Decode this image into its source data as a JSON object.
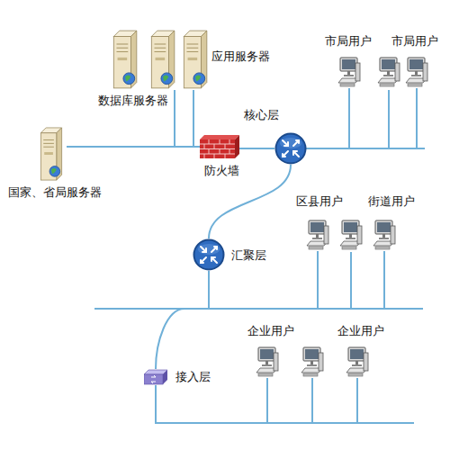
{
  "diagram": {
    "nodes": [
      {
        "text": [
          "数据库服务器"
        ]
      },
      {
        "text": [
          "应用服务器"
        ]
      },
      {
        "text": [
          "国家、省局服务器"
        ]
      },
      {
        "text": [
          "防火墙"
        ]
      },
      {
        "text": [
          "核心层"
        ]
      },
      {
        "text": [
          "市局用户"
        ]
      },
      {
        "text": [
          "市局用户"
        ]
      },
      {
        "text": [
          "汇聚层"
        ]
      },
      {
        "text": [
          "区县用户"
        ]
      },
      {
        "text": [
          "街道用户"
        ]
      },
      {
        "text": [
          "接入层"
        ]
      },
      {
        "text": [
          "企业用户"
        ]
      },
      {
        "text": [
          "企业用户"
        ]
      }
    ],
    "edges": [
      {
        "from": 2,
        "to": 3,
        "arrow": "none"
      },
      {
        "from": 0,
        "to": 3,
        "arrow": "none"
      },
      {
        "from": 1,
        "to": 3,
        "arrow": "none"
      },
      {
        "from": 3,
        "to": 4,
        "arrow": "none"
      },
      {
        "from": 4,
        "to": 5,
        "arrow": "none"
      },
      {
        "from": 4,
        "to": 6,
        "arrow": "none"
      },
      {
        "from": 4,
        "to": 7,
        "arrow": "none"
      },
      {
        "from": 7,
        "to": 8,
        "arrow": "none"
      },
      {
        "from": 7,
        "to": 9,
        "arrow": "none"
      },
      {
        "from": 7,
        "to": 10,
        "arrow": "none"
      },
      {
        "from": 10,
        "to": 11,
        "arrow": "none"
      },
      {
        "from": 10,
        "to": 12,
        "arrow": "none"
      }
    ]
  }
}
